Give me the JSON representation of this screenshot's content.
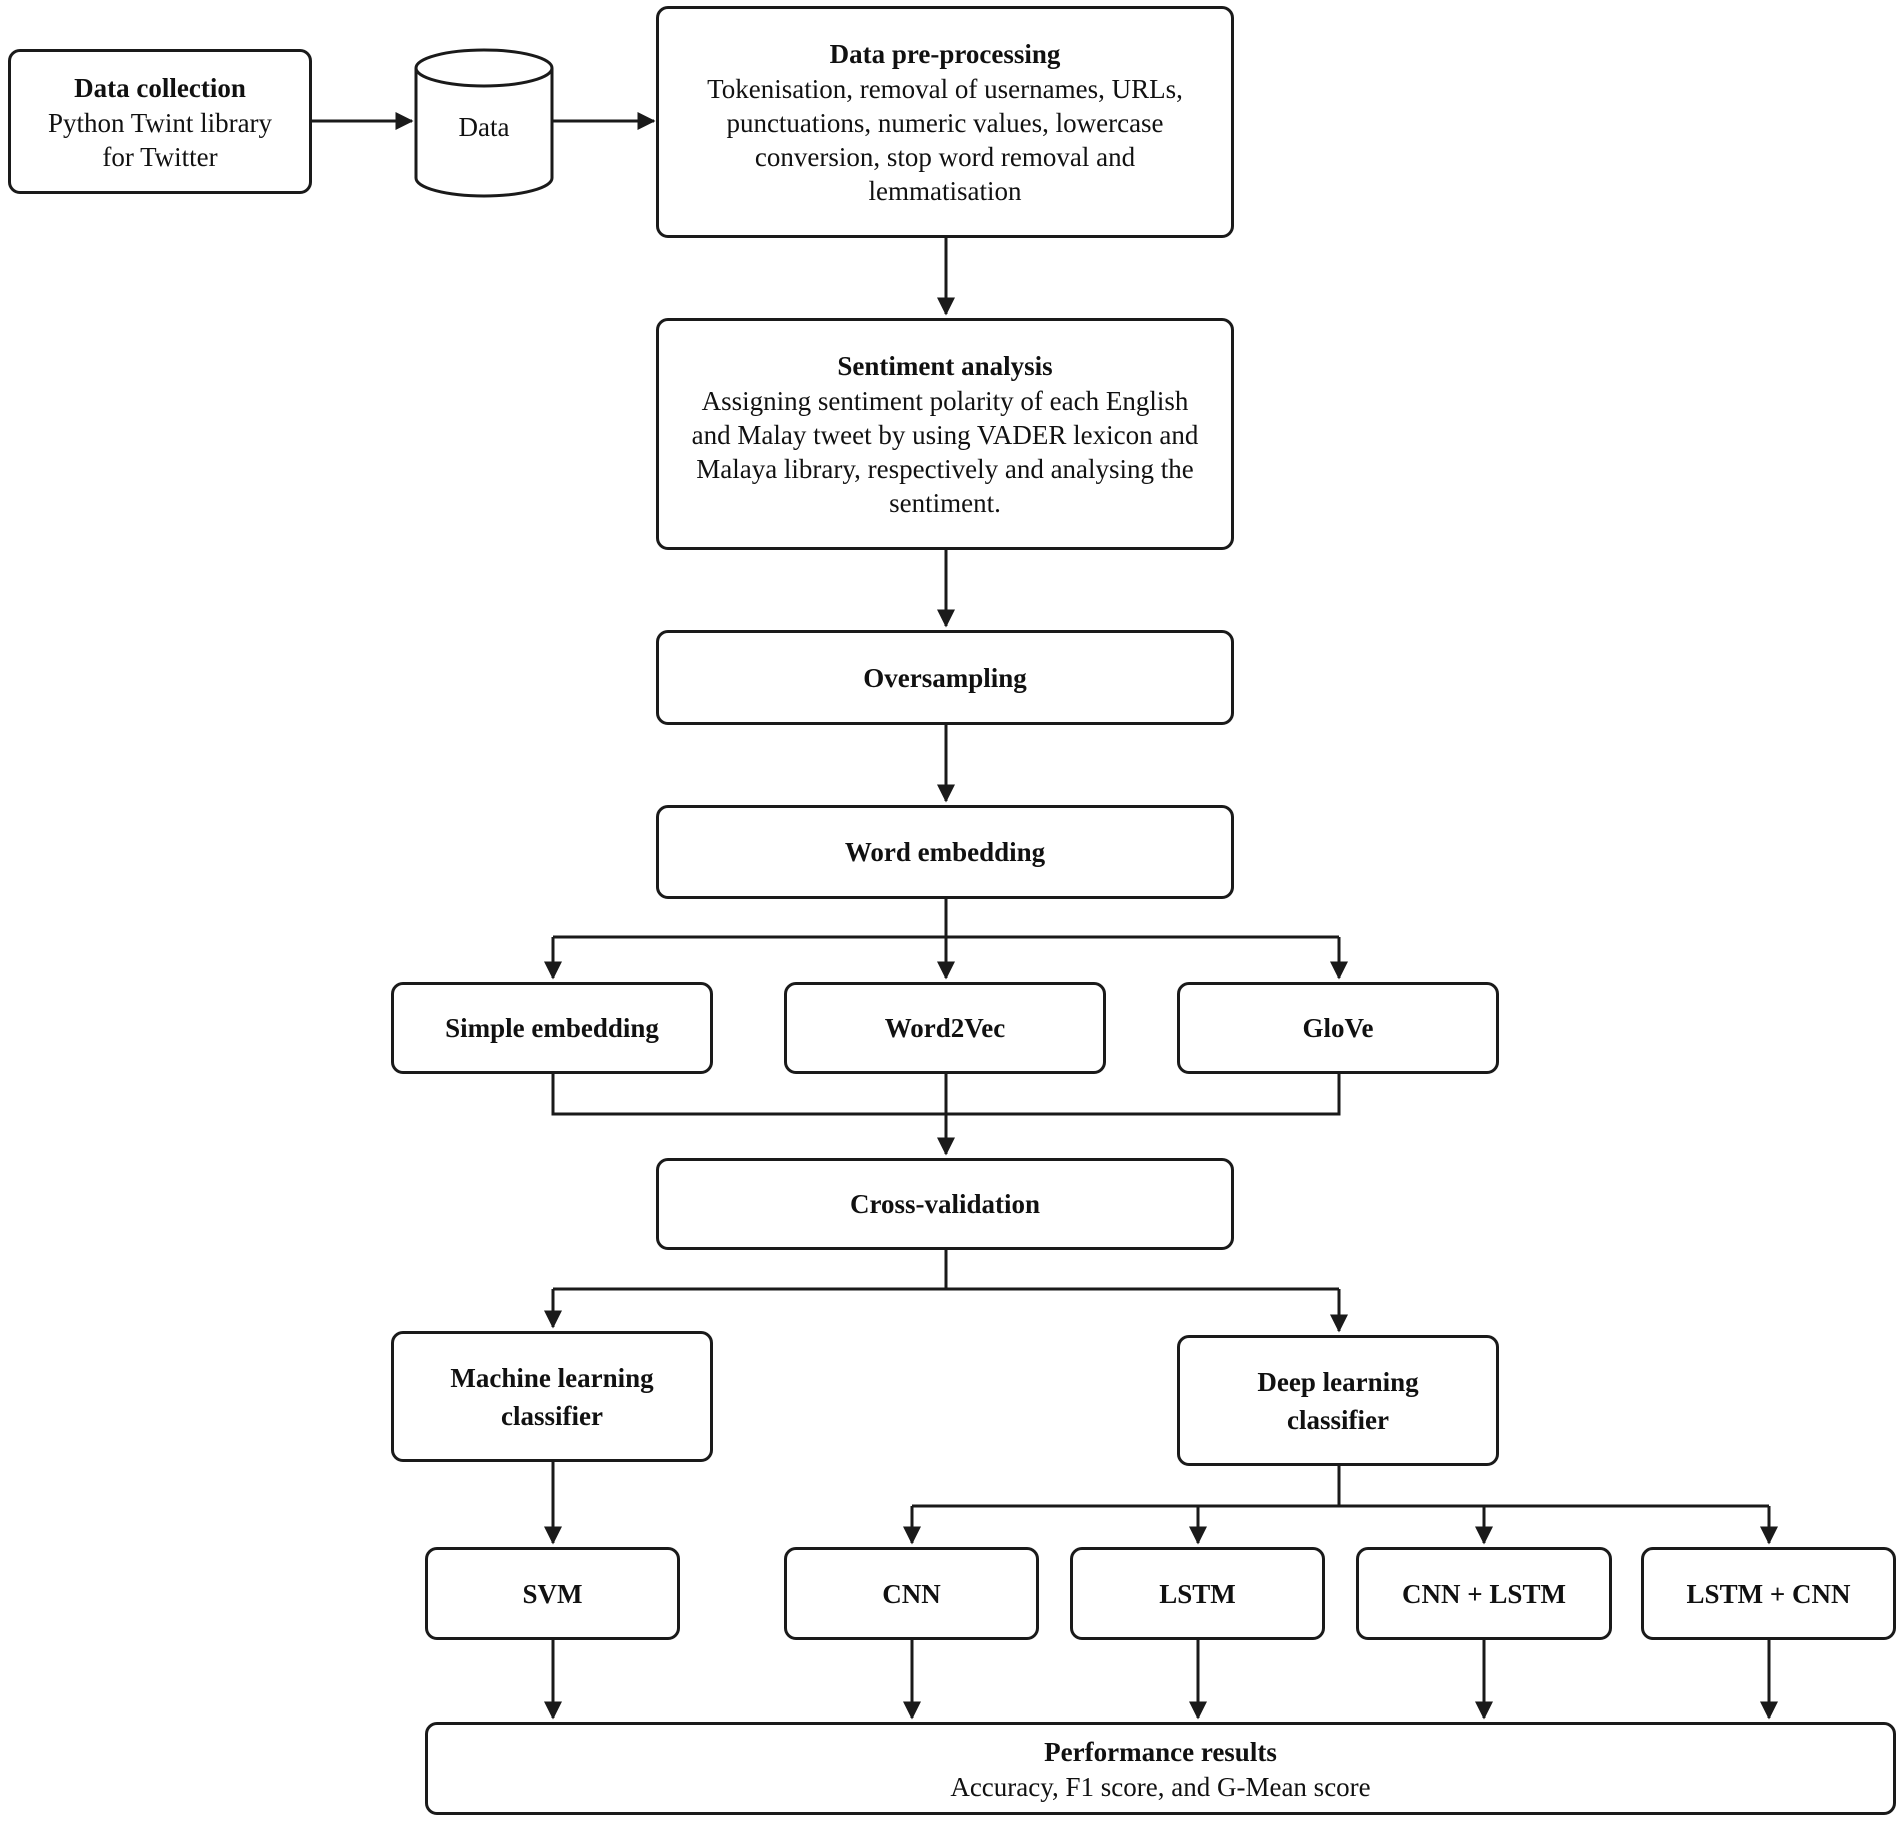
{
  "nodes": {
    "data_collection": {
      "title": "Data collection",
      "body": "Python Twint library for Twitter"
    },
    "data_store": {
      "label": "Data"
    },
    "preprocessing": {
      "title": "Data pre-processing",
      "body": "Tokenisation, removal of usernames, URLs, punctuations, numeric values, lowercase conversion, stop word removal and lemmatisation"
    },
    "sentiment": {
      "title": "Sentiment analysis",
      "body": "Assigning sentiment polarity of each English and Malay tweet by using VADER lexicon and Malaya library, respectively and analysing the sentiment."
    },
    "oversampling": {
      "title": "Oversampling"
    },
    "word_embedding": {
      "title": "Word embedding"
    },
    "simple_embedding": {
      "title": "Simple embedding"
    },
    "word2vec": {
      "title": "Word2Vec"
    },
    "glove": {
      "title": "GloVe"
    },
    "cross_validation": {
      "title": "Cross-validation"
    },
    "ml_classifier": {
      "title": "Machine learning classifier"
    },
    "dl_classifier": {
      "title": "Deep learning classifier"
    },
    "svm": {
      "title": "SVM"
    },
    "cnn": {
      "title": "CNN"
    },
    "lstm": {
      "title": "LSTM"
    },
    "cnn_lstm": {
      "title": "CNN + LSTM"
    },
    "lstm_cnn": {
      "title": "LSTM + CNN"
    },
    "performance": {
      "title": "Performance results",
      "body": "Accuracy, F1 score, and G-Mean score"
    }
  },
  "colors": {
    "stroke": "#1a1a1a",
    "fill": "#ffffff",
    "text": "#111111"
  }
}
